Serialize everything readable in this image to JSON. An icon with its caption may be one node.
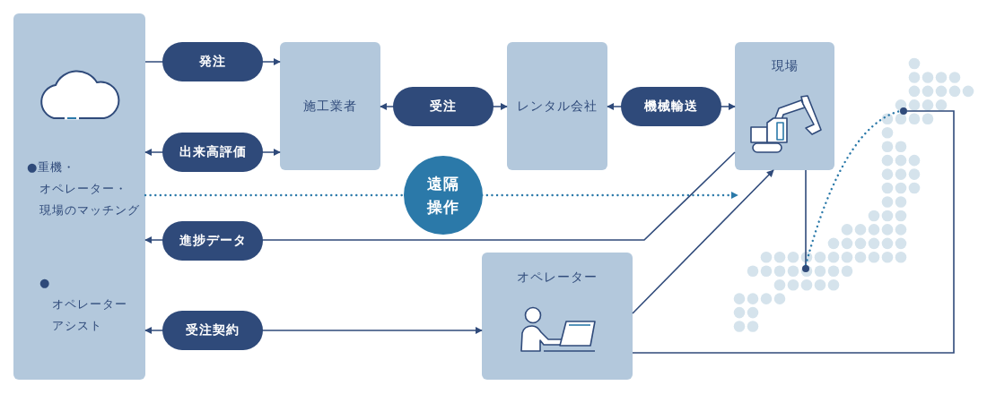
{
  "diagram": {
    "nodes": [
      {
        "text": [
          "●重機・オペレーター・現場のマッチング",
          "●オペレーターアシスト"
        ]
      },
      {
        "text": [
          "施工業者"
        ]
      },
      {
        "text": [
          "レンタル会社"
        ]
      },
      {
        "text": [
          "現場"
        ]
      },
      {
        "text": [
          "オペレーター"
        ]
      },
      {
        "text": [],
        "shape": "circle"
      },
      {
        "text": [],
        "shape": "circle"
      }
    ],
    "edges": [
      {
        "from": 0,
        "to": 1,
        "arrow": "to",
        "label": "発注"
      },
      {
        "from": 0,
        "to": 1,
        "arrow": "both",
        "label": "出来高評価"
      },
      {
        "from": 1,
        "to": 2,
        "arrow": "both",
        "label": "受注"
      },
      {
        "from": 2,
        "to": 3,
        "arrow": "both",
        "label": "機械輸送"
      },
      {
        "from": 0,
        "to": 3,
        "arrow": "to",
        "label": "遠隔操作",
        "style": "dashed",
        "color": "#2b79a9"
      },
      {
        "from": 3,
        "to": 0,
        "arrow": "to",
        "label": "進捗データ"
      },
      {
        "from": 0,
        "to": 4,
        "arrow": "both",
        "label": "受注契約"
      },
      {
        "from": 4,
        "to": 3,
        "arrow": "to"
      },
      {
        "from": 3,
        "to": 5,
        "arrow": "none"
      },
      {
        "from": 5,
        "to": 6,
        "arrow": "none",
        "style": "dashed",
        "color": "#2b79a9"
      },
      {
        "from": 6,
        "to": 4,
        "arrow": "none"
      }
    ]
  }
}
